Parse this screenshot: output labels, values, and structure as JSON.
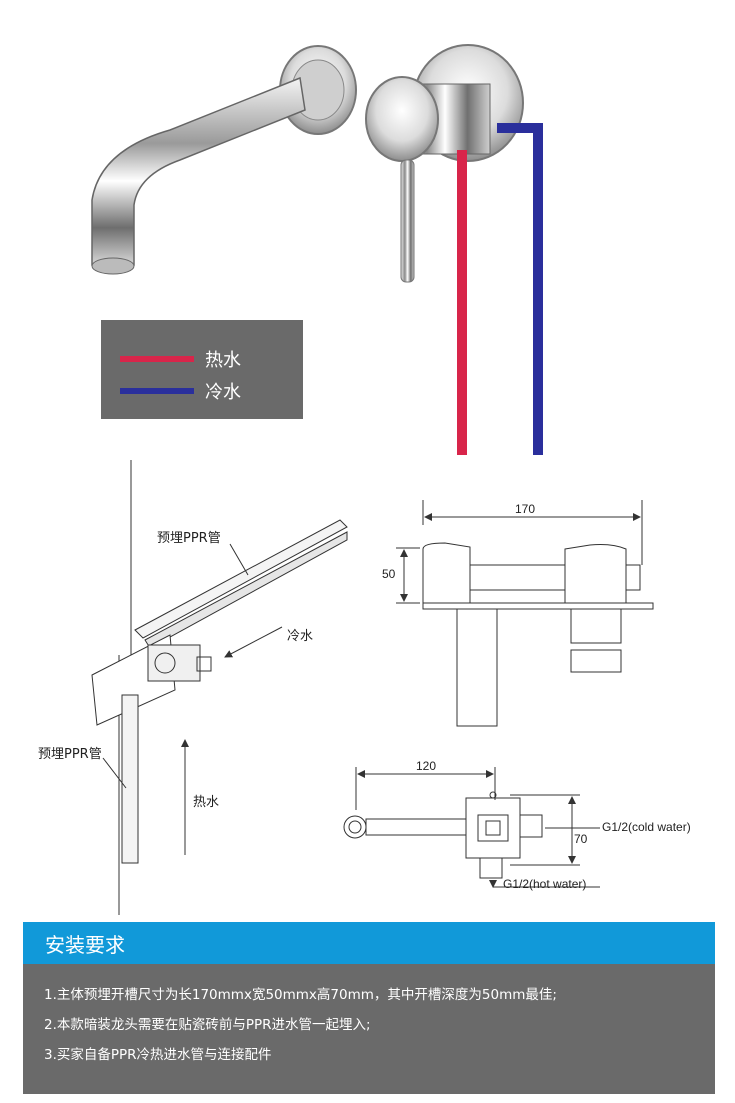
{
  "legend": {
    "hot": {
      "label": "热水",
      "color": "#d8254a"
    },
    "cold": {
      "label": "冷水",
      "color": "#2a2f9c"
    }
  },
  "install_diagram": {
    "pipe_label_top": "预埋PPR管",
    "pipe_label_left": "预埋PPR管",
    "cold_label": "冷水",
    "hot_label": "热水"
  },
  "front_view": {
    "width_label": "170",
    "height_label": "50"
  },
  "top_view": {
    "spout_label": "120",
    "depth_label": "70",
    "cold_inlet": "G1/2(cold water)",
    "hot_inlet": "G1/2(hot water)"
  },
  "requirements": {
    "title": "安装要求",
    "items": [
      "1.主体预埋开槽尺寸为长170mmx宽50mmx高70mm，其中开槽深度为50mm最佳;",
      "2.本款暗装龙头需要在贴瓷砖前与PPR进水管一起埋入;",
      "3.买家自备PPR冷热进水管与连接配件"
    ]
  },
  "colors": {
    "hot_pipe": "#d8254a",
    "cold_pipe": "#2a2f9c",
    "header_blue": "#1199d9",
    "panel_gray": "#6a6a6a"
  },
  "icons": [
    "faucet-spout-icon",
    "mixer-valve-icon"
  ]
}
